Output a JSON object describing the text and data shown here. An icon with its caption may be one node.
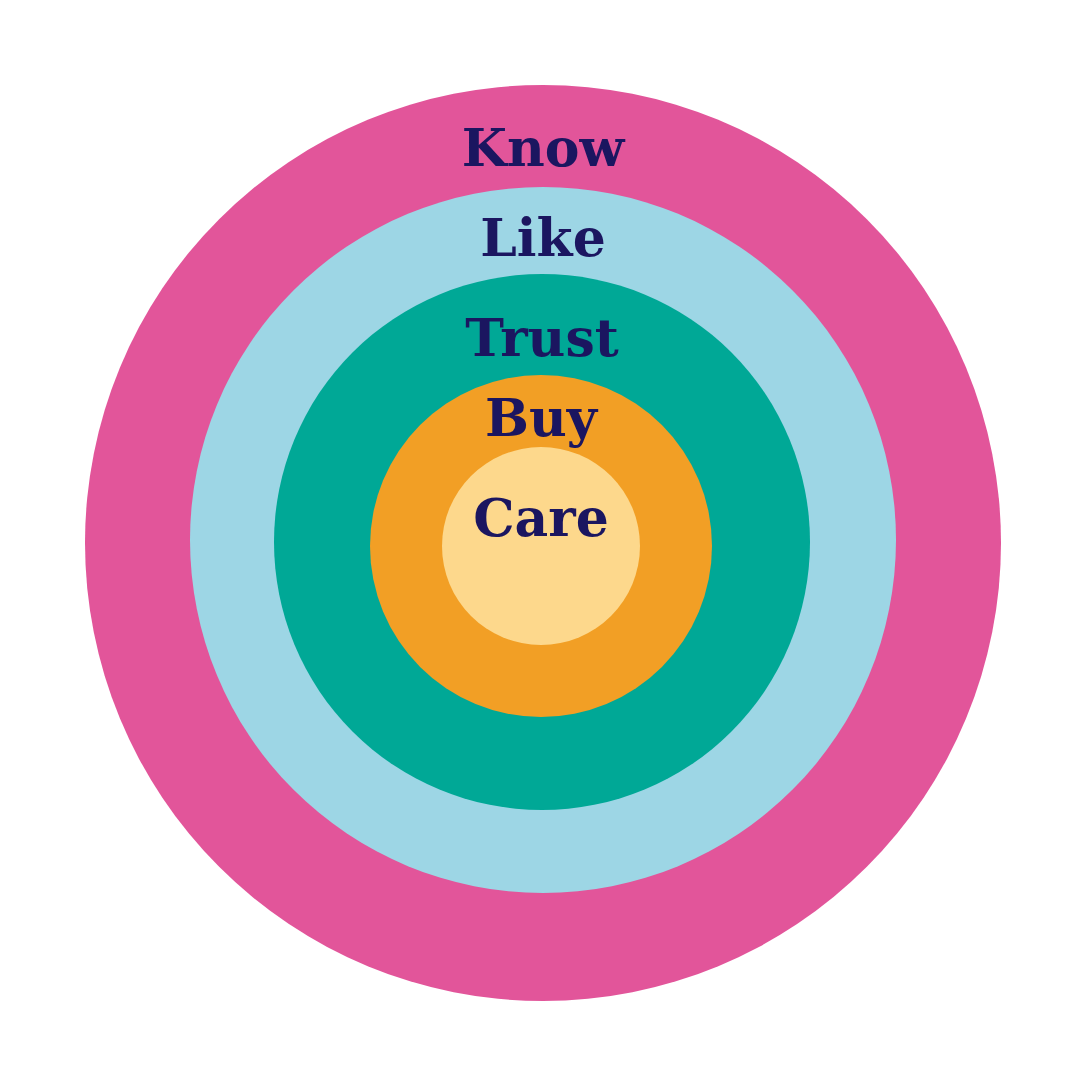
{
  "diagram": {
    "nodes": [
      {
        "text": [
          "Know"
        ]
      },
      {
        "text": [
          "Like"
        ],
        "in": 0
      },
      {
        "text": [
          "Trust"
        ],
        "in": 1
      },
      {
        "text": [
          "Buy"
        ],
        "in": 2
      },
      {
        "text": [
          "Care"
        ],
        "in": 3
      }
    ]
  }
}
